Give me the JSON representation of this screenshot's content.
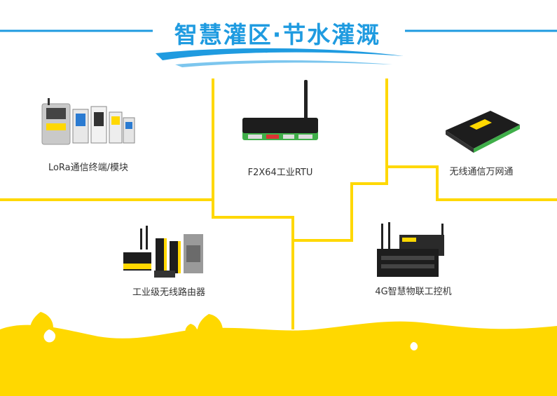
{
  "title": "智慧灌区·节水灌溉",
  "colors": {
    "title_blue": "#1f9be0",
    "brand_yellow": "#ffd800",
    "device_black": "#1d1d1d",
    "device_green": "#3fae49"
  },
  "products": [
    {
      "label": "LoRa通信终端/模块",
      "icon": "lora-module-icon"
    },
    {
      "label": "F2X64工业RTU",
      "icon": "rtu-device-icon"
    },
    {
      "label": "无线通信万网通",
      "icon": "wanwangtong-device-icon"
    },
    {
      "label": "工业级无线路由器",
      "icon": "industrial-router-icon"
    },
    {
      "label": "4G智慧物联工控机",
      "icon": "iot-industrial-pc-icon"
    }
  ]
}
